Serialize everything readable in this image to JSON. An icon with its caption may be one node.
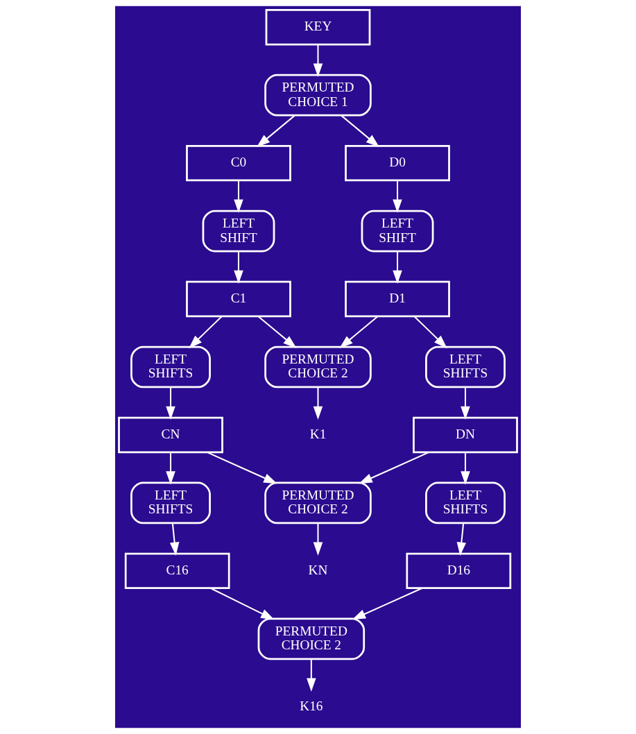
{
  "diagram": {
    "nodes": [
      {
        "text": [
          "KEY"
        ]
      },
      {
        "text": [
          "PERMUTED CHOICE 1"
        ]
      },
      {
        "text": [
          "C0"
        ]
      },
      {
        "text": [
          "D0"
        ]
      },
      {
        "text": [
          "LEFT SHIFT"
        ]
      },
      {
        "text": [
          "LEFT SHIFT"
        ]
      },
      {
        "text": [
          "C1"
        ]
      },
      {
        "text": [
          "D1"
        ]
      },
      {
        "text": [
          "PERMUTED CHOICE 2"
        ]
      },
      {
        "text": [
          "K1"
        ]
      },
      {
        "text": [
          "LEFT SHIFTS"
        ]
      },
      {
        "text": [
          "LEFT SHIFTS"
        ]
      },
      {
        "text": [
          "CN"
        ]
      },
      {
        "text": [
          "DN"
        ]
      },
      {
        "text": [
          "PERMUTED CHOICE 2"
        ]
      },
      {
        "text": [
          "KN"
        ]
      },
      {
        "text": [
          "LEFT SHIFTS"
        ]
      },
      {
        "text": [
          "LEFT SHIFTS"
        ]
      },
      {
        "text": [
          "C16"
        ]
      },
      {
        "text": [
          "D16"
        ]
      },
      {
        "text": [
          "PERMUTED CHOICE 2"
        ]
      },
      {
        "text": [
          "K16"
        ]
      }
    ],
    "edges": [
      {
        "from": 0,
        "to": 1,
        "arrow": "to"
      },
      {
        "from": 1,
        "to": 2,
        "arrow": "to"
      },
      {
        "from": 1,
        "to": 3,
        "arrow": "to"
      },
      {
        "from": 2,
        "to": 4,
        "arrow": "to"
      },
      {
        "from": 3,
        "to": 5,
        "arrow": "to"
      },
      {
        "from": 4,
        "to": 6,
        "arrow": "to"
      },
      {
        "from": 5,
        "to": 7,
        "arrow": "to"
      },
      {
        "from": 6,
        "to": 8,
        "arrow": "to"
      },
      {
        "from": 7,
        "to": 8,
        "arrow": "to"
      },
      {
        "from": 6,
        "to": 10,
        "arrow": "to"
      },
      {
        "from": 7,
        "to": 11,
        "arrow": "to"
      },
      {
        "from": 8,
        "to": 9,
        "arrow": "to"
      },
      {
        "from": 10,
        "to": 12,
        "arrow": "to"
      },
      {
        "from": 11,
        "to": 13,
        "arrow": "to"
      },
      {
        "from": 12,
        "to": 14,
        "arrow": "to"
      },
      {
        "from": 13,
        "to": 14,
        "arrow": "to"
      },
      {
        "from": 12,
        "to": 16,
        "arrow": "to"
      },
      {
        "from": 13,
        "to": 17,
        "arrow": "to"
      },
      {
        "from": 14,
        "to": 15,
        "arrow": "to"
      },
      {
        "from": 16,
        "to": 18,
        "arrow": "to"
      },
      {
        "from": 17,
        "to": 19,
        "arrow": "to"
      },
      {
        "from": 18,
        "to": 20,
        "arrow": "to"
      },
      {
        "from": 19,
        "to": 20,
        "arrow": "to"
      },
      {
        "from": 20,
        "to": 21,
        "arrow": "to"
      }
    ]
  }
}
